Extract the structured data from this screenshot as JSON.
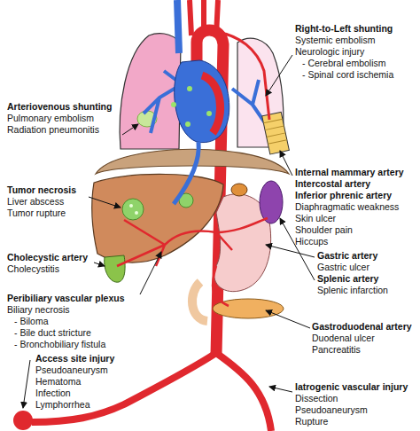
{
  "diagram": {
    "labels": [
      "Right-to-Left shunting",
      "Systemic embolism",
      "Neurologic injury",
      "- Cerebral embolism",
      "- Spinal cord ischemia",
      "Arteriovenous shunting",
      "Pulmonary embolism",
      "Radiation pneumonitis",
      "Internal mammary artery",
      "Intercostal artery",
      "Inferior phrenic artery",
      "Diaphragmatic weakness",
      "Skin ulcer",
      "Shoulder pain",
      "Hiccups",
      "Tumor necrosis",
      "Liver abscess",
      "Tumor rupture",
      "Gastric artery",
      "Gastric ulcer",
      "Splenic artery",
      "Splenic infarction",
      "Cholecystic artery",
      "Cholecystitis",
      "Peribiliary vascular plexus",
      "Biliary necrosis",
      "- Biloma",
      "- Bile duct stricture",
      "- Bronchobiliary fistula",
      "Gastroduodenal artery",
      "Duodenal ulcer",
      "Pancreatitis",
      "Access site injury",
      "Pseudoaneurysm",
      "Hematoma",
      "Infection",
      "Lymphorrhea",
      "Iatrogenic vascular injury",
      "Dissection",
      "Pseudoaneurysm",
      "Rupture"
    ]
  }
}
